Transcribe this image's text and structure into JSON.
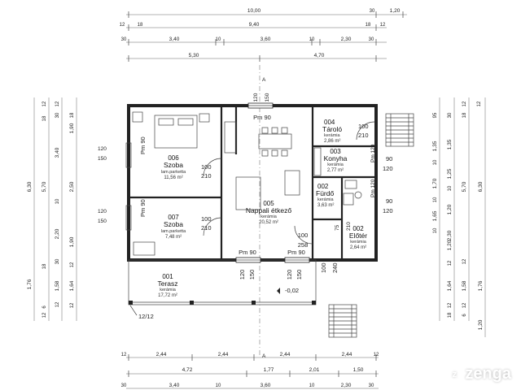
{
  "dimensions": {
    "top_row1": [
      "10,00",
      "30",
      "1,20"
    ],
    "top_row2": [
      "12",
      "18",
      "9,40",
      "18",
      "12"
    ],
    "top_row3": [
      "30",
      "3,40",
      "10",
      "3,60",
      "10",
      "2,30",
      "30"
    ],
    "top_row4": [
      "5,30",
      "4,70"
    ],
    "bottom_row1": [
      "12",
      "2,44",
      "2,44",
      "2,44",
      "2,44",
      "12"
    ],
    "bottom_row2": [
      "4,72",
      "1,77",
      "2,01",
      "1,50"
    ],
    "bottom_row3": [
      "30",
      "3,40",
      "10",
      "3,60",
      "10",
      "2,30",
      "30"
    ],
    "left_col1": [
      "6,30",
      "1,76"
    ],
    "left_col2": [
      "5,70",
      "6",
      "12"
    ],
    "left_col3": [
      "3,40",
      "10",
      "2,20",
      "1,58",
      "12"
    ],
    "left_col4": [
      "1,90",
      "2,50",
      "1,90",
      "12",
      "1,64",
      "12",
      "18"
    ],
    "left_small": [
      "18",
      "12",
      "30",
      "30",
      "18",
      "12"
    ],
    "right_col1": [
      "95",
      "1,35",
      "10",
      "1,70",
      "10",
      "1,65",
      "10",
      "2,30",
      "1,20",
      "12",
      "1,64",
      "12",
      "18"
    ],
    "right_col2": [
      "12",
      "18",
      "30",
      "1,35",
      "1,25",
      "10",
      "1,20",
      "12",
      "1,58",
      "12"
    ],
    "right_col3": [
      "5,70",
      "6",
      "12"
    ],
    "right_col4": [
      "6,30",
      "1,76",
      "1,20"
    ]
  },
  "openings": {
    "top_window": [
      "120",
      "150"
    ],
    "pm_top": "Pm 90",
    "szoba1_window": [
      "120",
      "150"
    ],
    "szoba1_pm": "Pm 90",
    "szoba1_door": [
      "100",
      "210"
    ],
    "szoba2_window": [
      "120",
      "150"
    ],
    "szoba2_pm": "Pm 90",
    "szoba2_door": [
      "100",
      "210"
    ],
    "tarolo_door": [
      "100",
      "210"
    ],
    "konyha_pm": "Pm 120",
    "konyha_window": [
      "90",
      "120"
    ],
    "furdo_door": [
      "75",
      "210"
    ],
    "furdo_pm": "Pm 120",
    "furdo_window": [
      "90",
      "120"
    ],
    "eloter_door": [
      "100",
      "240"
    ],
    "pm_bottom_left": "Pm 90",
    "pm_bottom_right": "Pm 90",
    "bottom_window_left": [
      "120",
      "150"
    ],
    "bottom_window_right": [
      "120",
      "150"
    ],
    "hall_door": [
      "100",
      "258"
    ],
    "level_mark": "-0,02",
    "terrace_pillar": "12/12",
    "section_a_top": "A",
    "section_a_bottom": "A"
  },
  "rooms": [
    {
      "no": "006",
      "name": "Szoba",
      "floor": "lam.parketta",
      "area": "11,56 m²"
    },
    {
      "no": "007",
      "name": "Szoba",
      "floor": "lam.parketta",
      "area": "7,48 m²"
    },
    {
      "no": "005",
      "name": "Nappali étkező",
      "floor": "kerámia",
      "area": "20,52 m²"
    },
    {
      "no": "004",
      "name": "Tároló",
      "floor": "kerámia",
      "area": "2,86 m²"
    },
    {
      "no": "003",
      "name": "Konyha",
      "floor": "kerámia",
      "area": "2,77 m²"
    },
    {
      "no": "002",
      "name": "Fürdő",
      "floor": "kerámia",
      "area": "3,63 m²"
    },
    {
      "no": "002",
      "name": "Előtér",
      "floor": "kerámia",
      "area": "2,64 m²"
    },
    {
      "no": "001",
      "name": "Terasz",
      "floor": "kerámia",
      "area": "17,72 m²"
    }
  ],
  "watermark": {
    "brand": "zenga",
    "icon": "zenga-logo-icon"
  },
  "colors": {
    "line": "#222222",
    "background": "#ffffff",
    "watermark": "#ffffff"
  }
}
